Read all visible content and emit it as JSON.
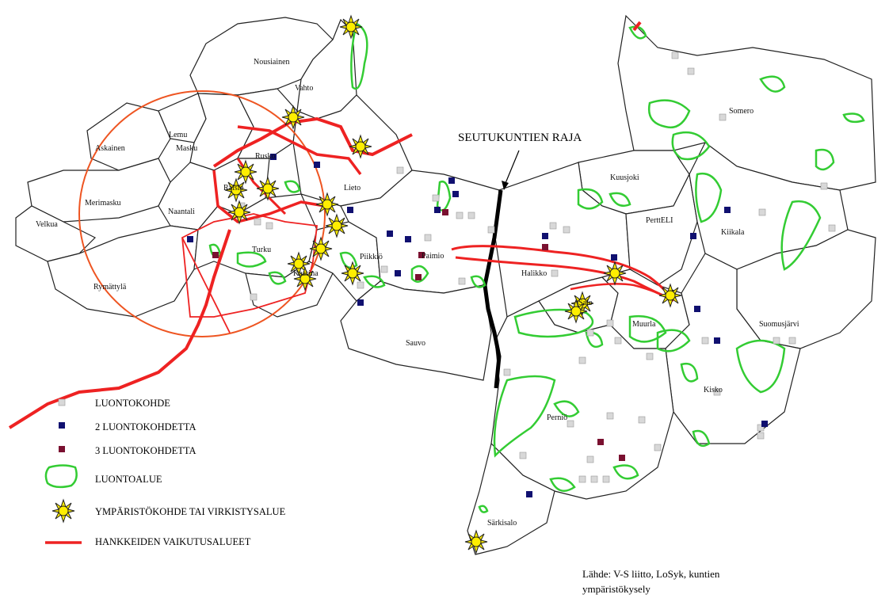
{
  "map": {
    "border_label": "SEUTUKUNTIEN RAJA",
    "municipalities": {
      "nousiainen": "Nousiainen",
      "vahto": "Vahto",
      "lemu": "Lemu",
      "askainen": "Askainen",
      "masku": "Masku",
      "rusko": "Rusko",
      "merimasku": "Merimasku",
      "naantali": "Naantali",
      "raisio": "Raisio",
      "lieto": "Lieto",
      "velkua": "Velkua",
      "rymattyla": "Rymättylä",
      "turku": "Turku",
      "kaarina": "Kaarina",
      "piikkio": "Piikkiö",
      "paimio": "Paimio",
      "sauvo": "Sauvo",
      "halikko": "Halikko",
      "kuusjoki": "Kuusjoki",
      "somero": "Somero",
      "pertteli": "PerttELI",
      "kiikala": "Kiikala",
      "salo": "Salo",
      "muurla": "Muurla",
      "suomusjarvi": "Suomusjärvi",
      "kisko": "Kisko",
      "pernio": "Perniö",
      "sarkisalo": "Särkisalo"
    },
    "colors": {
      "single_site": "#d8d8d8",
      "two_sites": "#101070",
      "three_sites": "#7a1030",
      "nature_area": "#33cc33",
      "project_impact": "#ee2222",
      "environment_site": "#ffee00"
    }
  },
  "legend": {
    "items": [
      {
        "label": "LUONTOKOHDE",
        "icon": "grey-square-icon"
      },
      {
        "label": "2 LUONTOKOHDETTA",
        "icon": "navy-square-icon"
      },
      {
        "label": "3 LUONTOKOHDETTA",
        "icon": "maroon-square-icon"
      },
      {
        "label": "LUONTOALUE",
        "icon": "green-outline-icon"
      },
      {
        "label": "YMPÄRISTÖKOHDE TAI VIRKISTYSALUE",
        "icon": "sun-icon"
      },
      {
        "label": "HANKKEIDEN VAIKUTUSALUEET",
        "icon": "red-line-icon"
      }
    ]
  },
  "source": {
    "line1": "Lähde: V-S liitto, LoSyk, kuntien",
    "line2": "ympäristökysely"
  }
}
